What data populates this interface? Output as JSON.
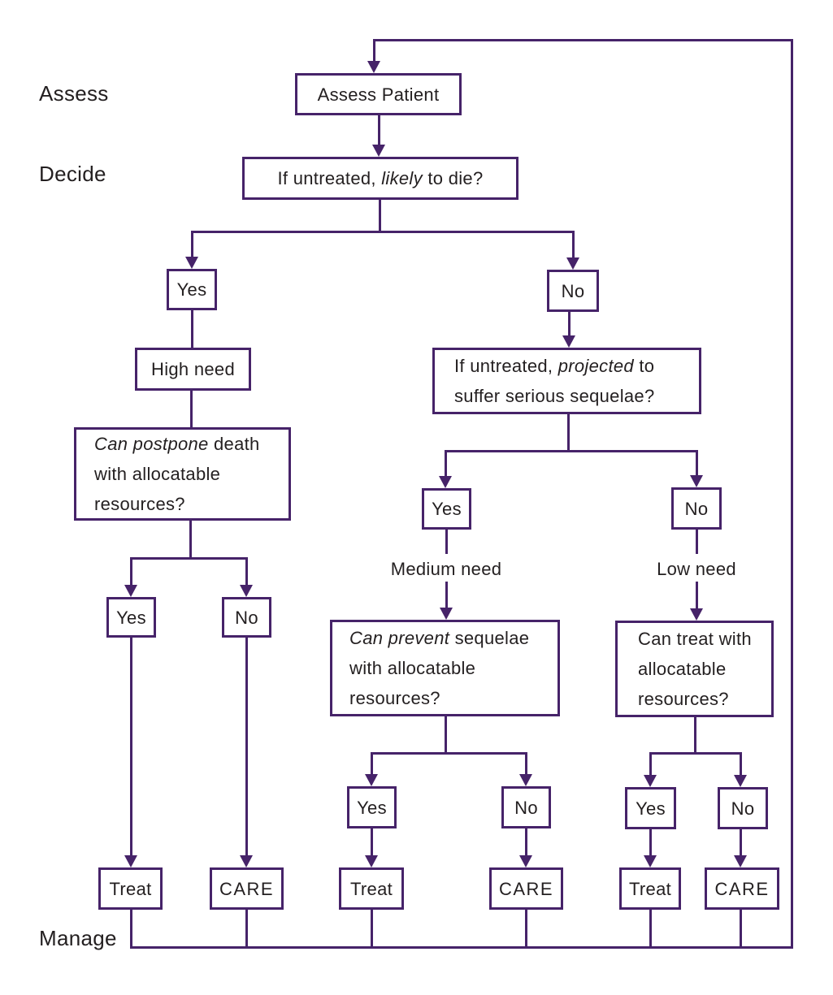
{
  "palette": {
    "line_color": "#462369",
    "text_color": "#231f20",
    "background": "#ffffff"
  },
  "stage_labels": {
    "assess": "Assess",
    "decide": "Decide",
    "manage": "Manage"
  },
  "nodes": {
    "assess_patient": "Assess Patient",
    "q_die": {
      "prefix": "If untreated, ",
      "italic": "likely",
      "suffix": " to die?"
    },
    "yes_label": "Yes",
    "no_label": "No",
    "high_need": "High need",
    "medium_need": "Medium need",
    "low_need": "Low need",
    "q_postpone": {
      "italic": "Can postpone",
      "suffix": " death with allocatable resources?"
    },
    "q_sequelae": {
      "prefix": "If untreated, ",
      "italic": "projected",
      "suffix": " to suffer serious sequelae?"
    },
    "q_prevent": {
      "italic": "Can prevent",
      "suffix": " sequelae with allocatable resources?"
    },
    "q_treat": "Can treat with allocatable resources?",
    "treat": "Treat",
    "care": "CARE"
  }
}
